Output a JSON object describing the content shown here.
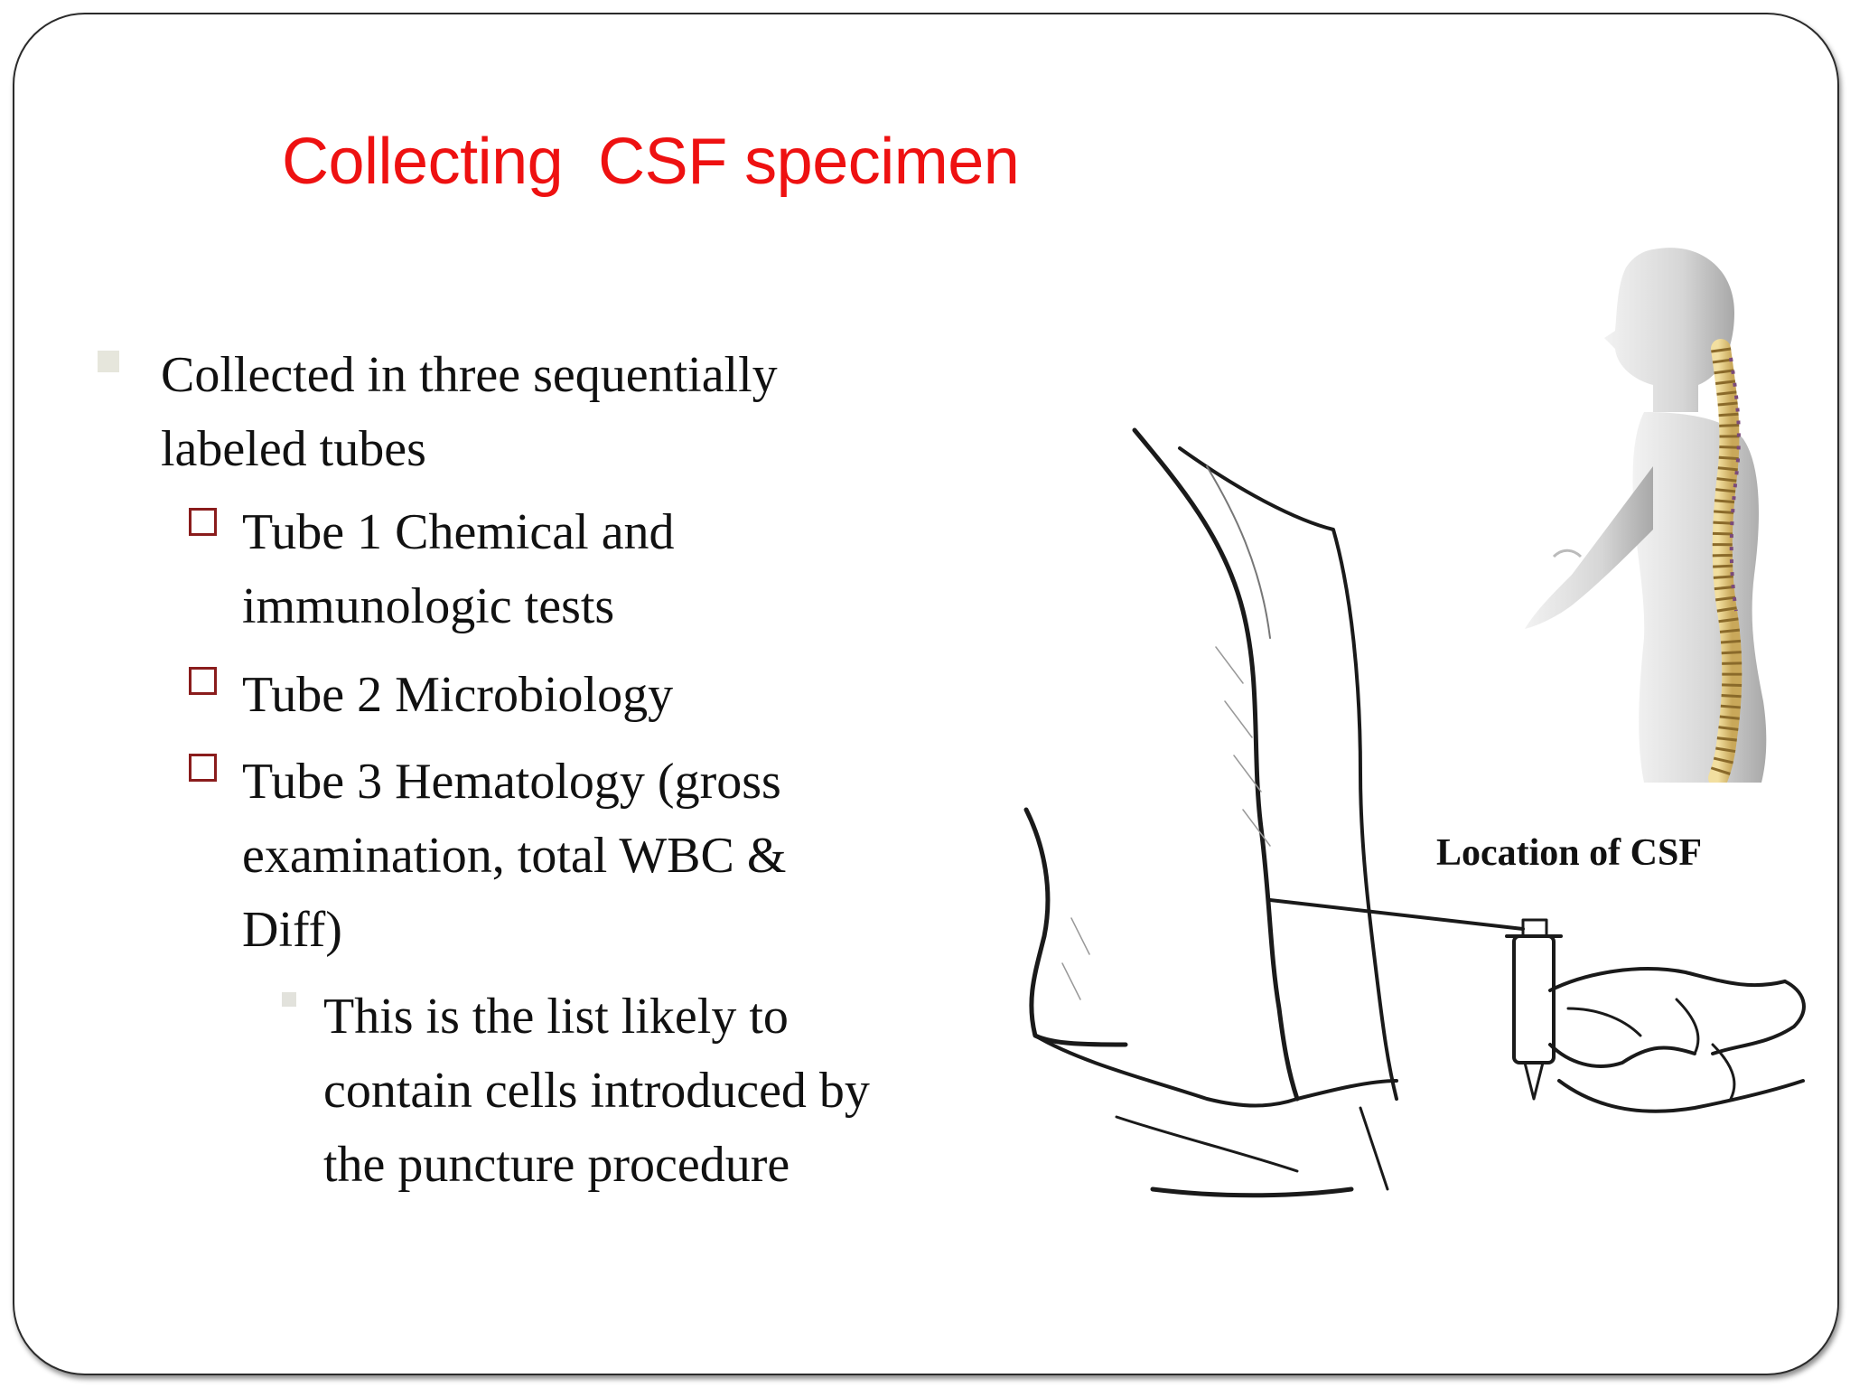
{
  "slide": {
    "title": "Collecting  CSF specimen",
    "bullets": {
      "main": "Collected in three sequentially labeled tubes",
      "tubes": [
        "Tube 1   Chemical and immunologic tests",
        "Tube 2   Microbiology",
        "Tube 3   Hematology (gross examination, total WBC & Diff)"
      ],
      "note": "This is the list likely to contain cells introduced by the puncture procedure"
    },
    "figure": {
      "caption": "Location of CSF",
      "icons": [
        "lumbar-puncture-illustration",
        "spine-anatomy-figure"
      ]
    },
    "colors": {
      "title": "#ee1111",
      "text": "#111111",
      "tube_marker": "#8a1c1c",
      "spine": "#e0c37a"
    }
  }
}
